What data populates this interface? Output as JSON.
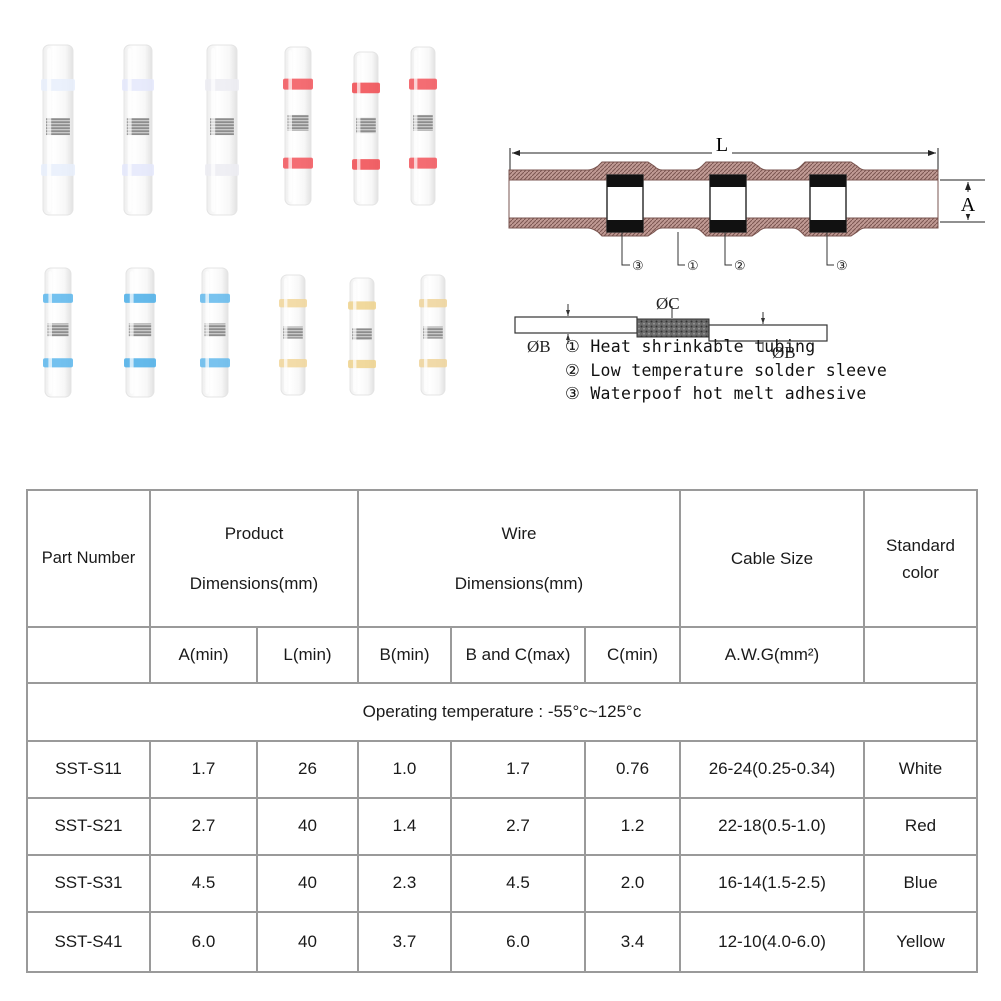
{
  "photo": {
    "connectors": [
      {
        "color": "white",
        "band": "#e8eefc"
      },
      {
        "color": "white",
        "band": "#e4e8fb"
      },
      {
        "color": "white",
        "band": "#ececf2"
      },
      {
        "color": "red",
        "band": "#f2545a"
      },
      {
        "color": "red",
        "band": "#f0484e"
      },
      {
        "color": "red",
        "band": "#f2545a"
      },
      {
        "color": "blue",
        "band": "#5ab6ec"
      },
      {
        "color": "blue",
        "band": "#4aaee8"
      },
      {
        "color": "blue",
        "band": "#62b8ec"
      },
      {
        "color": "yellow",
        "band": "#f1d69a"
      },
      {
        "color": "yellow",
        "band": "#efd28c"
      },
      {
        "color": "yellow",
        "band": "#eed49a"
      }
    ]
  },
  "diagram": {
    "dim_L": "L",
    "dim_A": "A",
    "dim_C": "ØC",
    "dim_B_left": "ØB",
    "dim_B_right": "ØB",
    "callouts": [
      "③",
      "①",
      "②",
      "③"
    ]
  },
  "legend": [
    "① Heat shrinkable tubing",
    "② Low temperature solder sleeve",
    "③ Waterpoof hot melt adhesive"
  ],
  "table": {
    "part_number_header": "Part Number",
    "product_header_line1": "Product",
    "product_header_line2": "Dimensions(mm)",
    "wire_header_line1": "Wire",
    "wire_header_line2": "Dimensions(mm)",
    "cable_header": "Cable Size",
    "standard_header_line1": "Standard",
    "standard_header_line2": "color",
    "sub_headers": [
      "A(min)",
      "L(min)",
      "B(min)",
      "B and C(max)",
      "C(min)",
      "A.W.G(mm²)"
    ],
    "operating_temperature": "Operating temperature : -55°c~125°c",
    "rows": [
      {
        "part": "SST-S11",
        "a": "1.7",
        "l": "26",
        "b": "1.0",
        "bc": "1.7",
        "c": "0.76",
        "awg": "26-24(0.25-0.34)",
        "color": "White"
      },
      {
        "part": "SST-S21",
        "a": "2.7",
        "l": "40",
        "b": "1.4",
        "bc": "2.7",
        "c": "1.2",
        "awg": "22-18(0.5-1.0)",
        "color": "Red"
      },
      {
        "part": "SST-S31",
        "a": "4.5",
        "l": "40",
        "b": "2.3",
        "bc": "4.5",
        "c": "2.0",
        "awg": "16-14(1.5-2.5)",
        "color": "Blue"
      },
      {
        "part": "SST-S41",
        "a": "6.0",
        "l": "40",
        "b": "3.7",
        "bc": "6.0",
        "c": "3.4",
        "awg": "12-10(4.0-6.0)",
        "color": "Yellow"
      }
    ]
  }
}
